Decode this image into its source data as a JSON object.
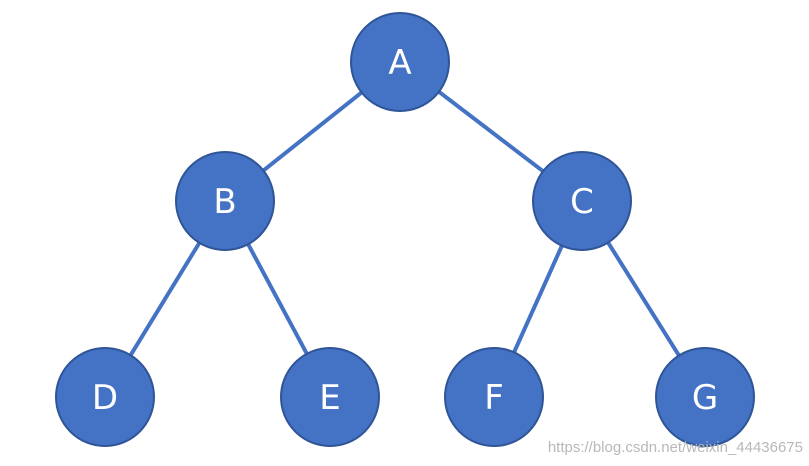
{
  "diagram": {
    "type": "binary-tree",
    "colors": {
      "node_fill": "#4472c4",
      "node_stroke": "#2f5597",
      "edge": "#4472c4",
      "label": "#ffffff"
    },
    "nodes": [
      {
        "id": "A",
        "label": "A"
      },
      {
        "id": "B",
        "label": "B"
      },
      {
        "id": "C",
        "label": "C"
      },
      {
        "id": "D",
        "label": "D"
      },
      {
        "id": "E",
        "label": "E"
      },
      {
        "id": "F",
        "label": "F"
      },
      {
        "id": "G",
        "label": "G"
      }
    ],
    "edges": [
      {
        "from": "A",
        "to": "B"
      },
      {
        "from": "A",
        "to": "C"
      },
      {
        "from": "B",
        "to": "D"
      },
      {
        "from": "B",
        "to": "E"
      },
      {
        "from": "C",
        "to": "F"
      },
      {
        "from": "C",
        "to": "G"
      }
    ]
  },
  "watermark": "https://blog.csdn.net/weixin_44436675"
}
